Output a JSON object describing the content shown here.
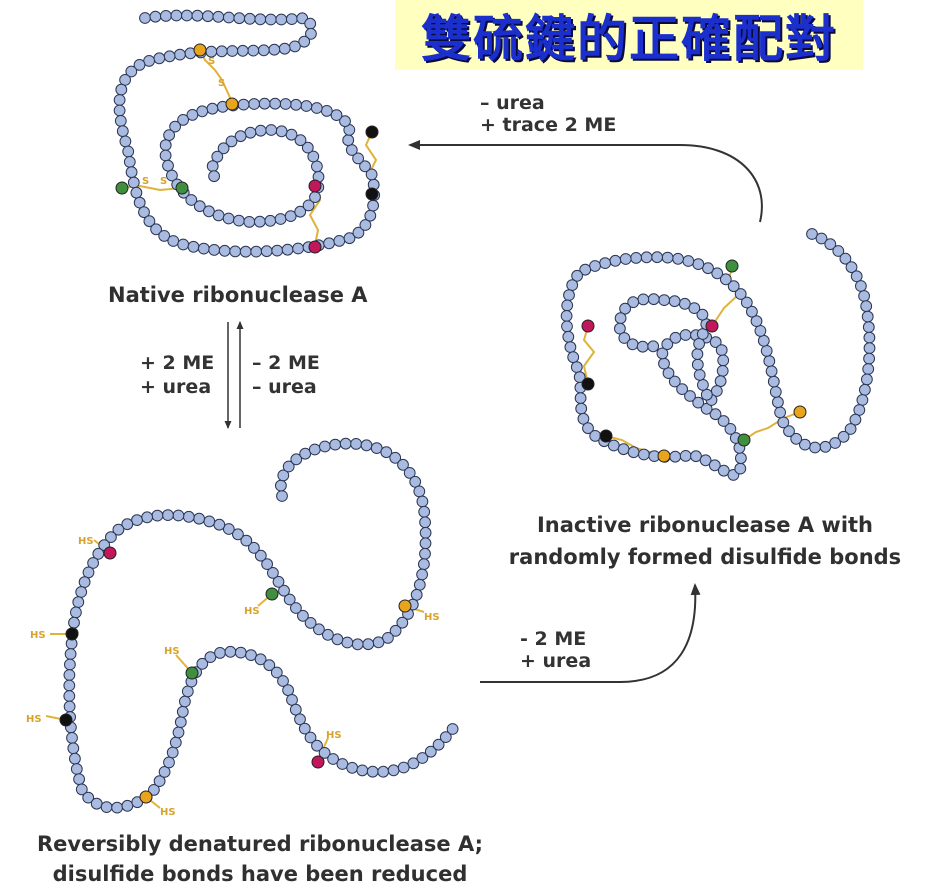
{
  "title": "雙硫鍵的正確配對",
  "captions": {
    "native": "Native ribonuclease A",
    "inactive_line1": "Inactive ribonuclease A with",
    "inactive_line2": "randomly formed disulfide bonds",
    "denatured_line1": "Reversibly denatured ribonuclease A;",
    "denatured_line2": "disulfide bonds have been reduced"
  },
  "conditions": {
    "top_right_1": "– urea",
    "top_right_2": "+ trace 2 ME",
    "left_forward_1": "+ 2 ME",
    "left_forward_2": "+ urea",
    "left_back_1": "– 2 ME",
    "left_back_2": "– urea",
    "bottom_right_1": "- 2 ME",
    "bottom_right_2": "+ urea"
  },
  "group_labels": {
    "sulfur": "S",
    "thiol": "HS"
  },
  "colors": {
    "bead_fill": "#a9bbe0",
    "bead_stroke": "#2b3552",
    "bond": "#e0b23a",
    "cys_orange": "#e8a51c",
    "cys_magenta": "#c2185b",
    "cys_green": "#3f8f3f",
    "cys_black": "#111111",
    "title_text": "#1a2fcc",
    "title_box": "#ffffc0"
  }
}
